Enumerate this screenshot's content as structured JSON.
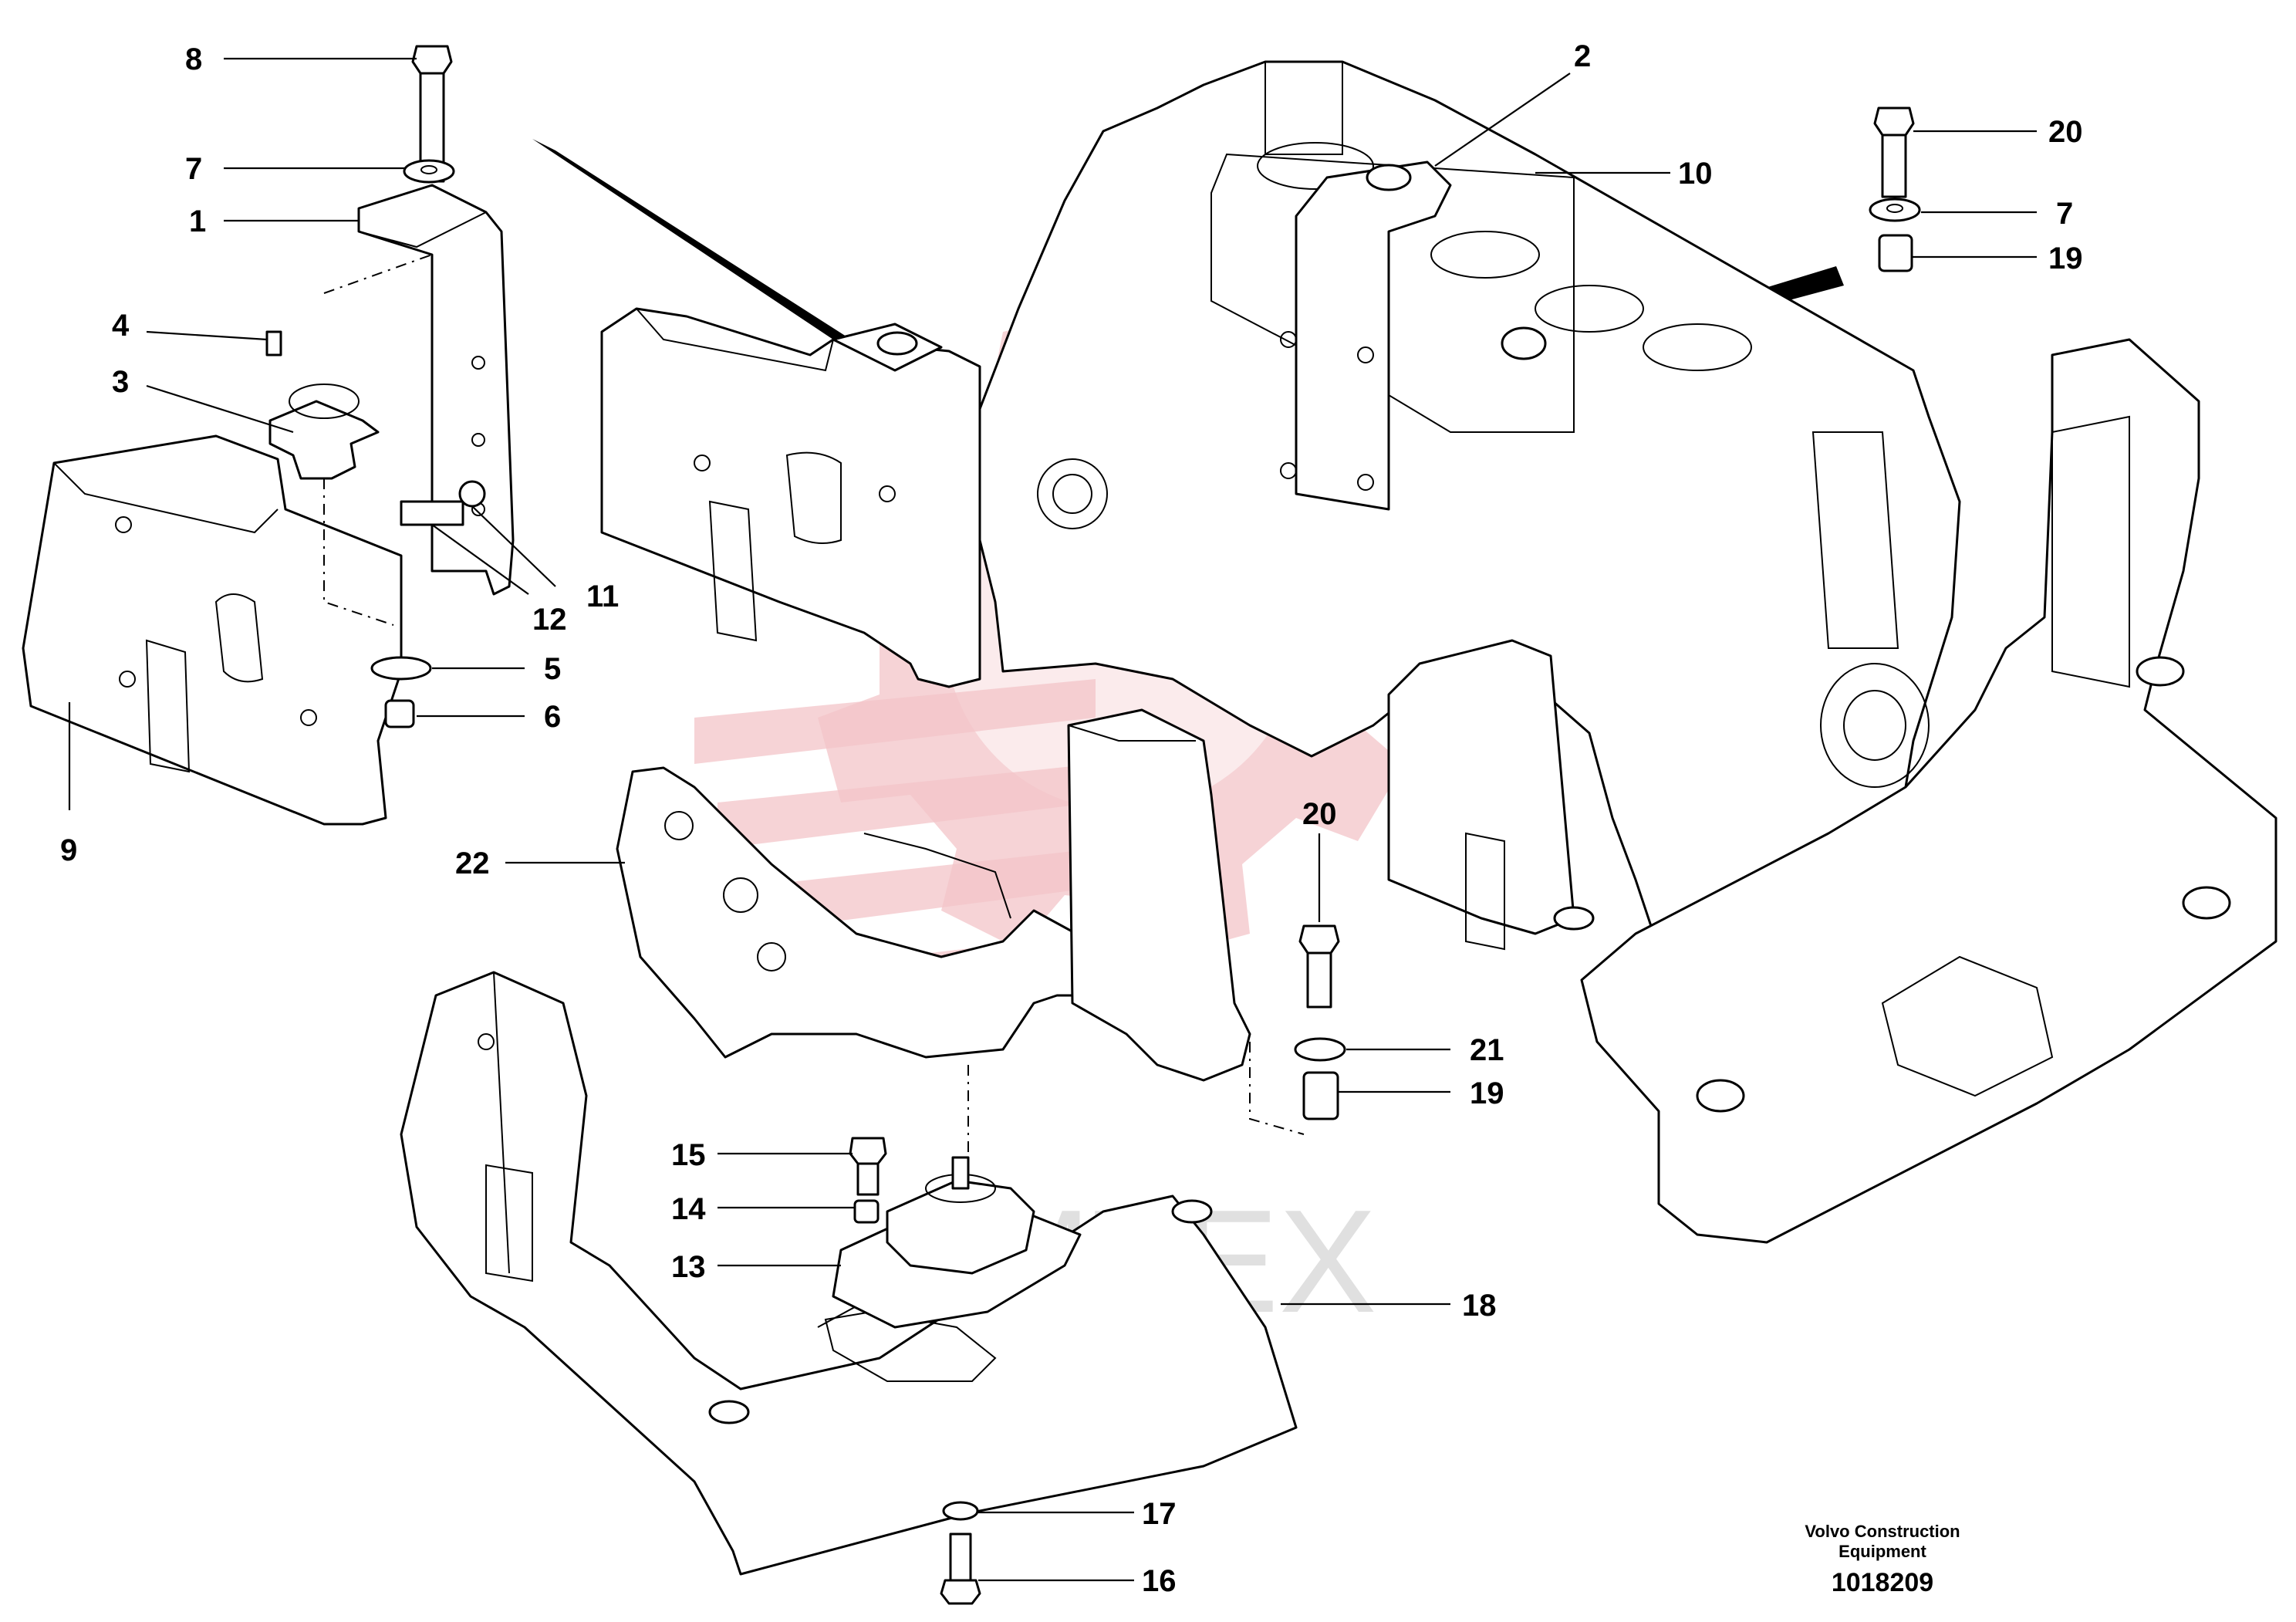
{
  "figure": {
    "watermark_text": "AMTEX",
    "footer": {
      "company_line1": "Volvo Construction",
      "company_line2": "Equipment",
      "drawing_number": "1018209"
    },
    "callouts": [
      "1",
      "2",
      "3",
      "4",
      "5",
      "6",
      "7",
      "7",
      "8",
      "9",
      "10",
      "11",
      "12",
      "13",
      "14",
      "15",
      "16",
      "17",
      "18",
      "19",
      "19",
      "20",
      "20",
      "21",
      "22"
    ]
  },
  "colors": {
    "line": "#000000",
    "watermark_gear": "#f3c4c8",
    "watermark_text": "#d9d9d9"
  }
}
